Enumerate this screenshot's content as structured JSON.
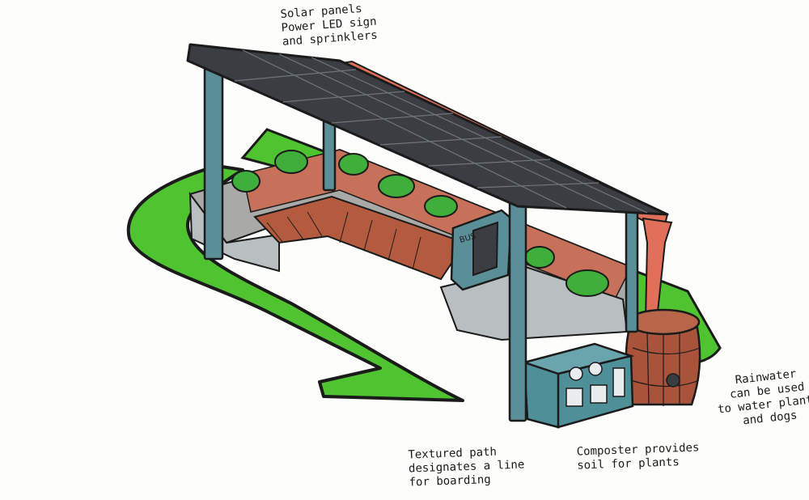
{
  "annotations": {
    "solar": [
      "Solar panels",
      "Power LED sign",
      "and sprinklers"
    ],
    "path": [
      "Textured path",
      "designates a line",
      "for boarding"
    ],
    "compost": [
      "Composter provides",
      "soil for plants"
    ],
    "rain": [
      "Rainwater",
      "can be used",
      "to water plants",
      "and dogs"
    ]
  },
  "sign_text": "BUS",
  "colors": {
    "grass": "#4fc330",
    "roof": "#3a3d42",
    "pole": "#5b8f97",
    "wall": "#b9bec0",
    "bench": "#b45a3e",
    "gutter": "#e0705a",
    "barrel": "#a8533a",
    "bin": "#4f8f98",
    "plant": "#3fae3a",
    "outline": "#1b1b1b"
  }
}
